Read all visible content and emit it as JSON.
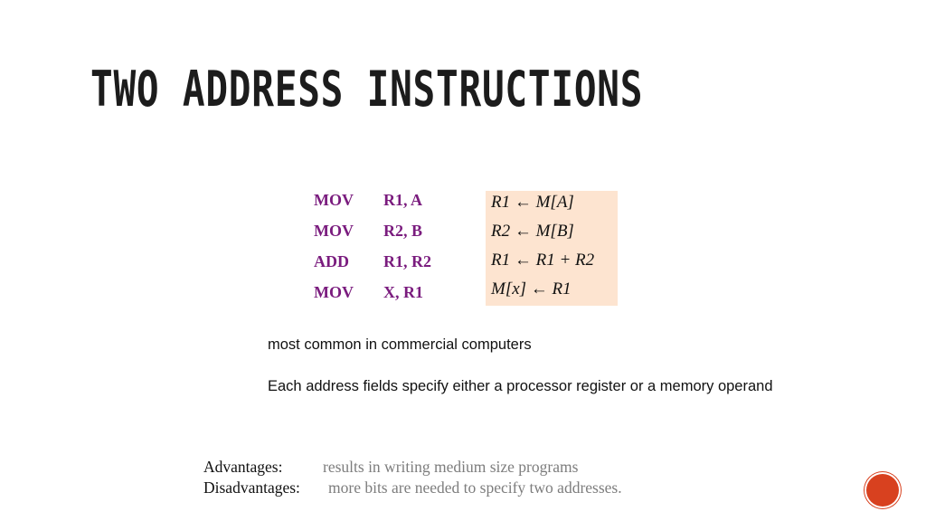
{
  "slide": {
    "title": "TWO ADDRESS INSTRUCTIONS",
    "program": [
      {
        "op": "MOV",
        "args": "R1, A"
      },
      {
        "op": "MOV",
        "args": "R2, B"
      },
      {
        "op": "ADD",
        "args": "R1, R2"
      },
      {
        "op": "MOV",
        "args": "X, R1"
      }
    ],
    "register_transfers": [
      "R1 ← M[A]",
      "R2 ← M[B]",
      "R1 ← R1 + R2",
      "M[x] ← R1"
    ],
    "notes": [
      "most common in commercial computers",
      "Each address fields specify either a processor register or a memory operand"
    ],
    "advantages": {
      "label": "Advantages:",
      "text": "results in writing medium size programs"
    },
    "disadvantages": {
      "label": "Disadvantages:",
      "text": "more bits are needed to specify two addresses."
    },
    "colors": {
      "code": "#7a1c7e",
      "highlight_box": "#fde4d0",
      "muted_text": "#7d7d7d",
      "badge": "#d8411f"
    }
  }
}
